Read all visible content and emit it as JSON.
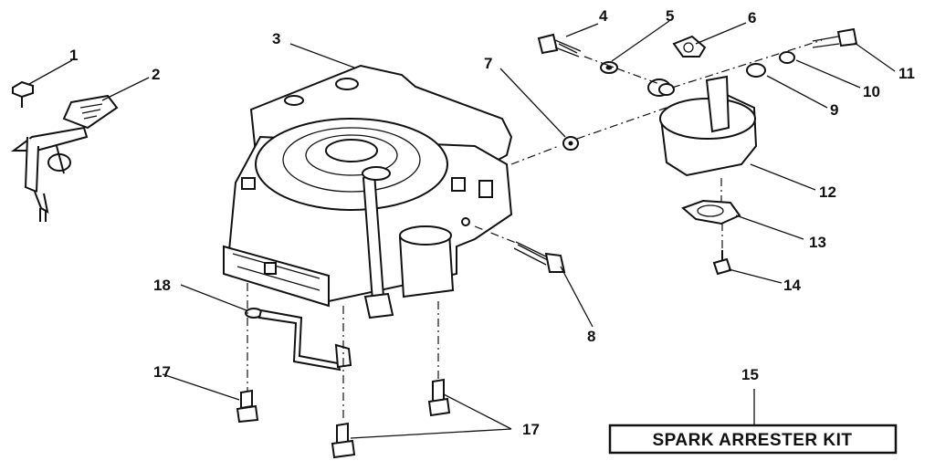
{
  "callouts": {
    "c1": "1",
    "c2": "2",
    "c3": "3",
    "c4": "4",
    "c5": "5",
    "c6": "6",
    "c7": "7",
    "c8": "8",
    "c9": "9",
    "c10": "10",
    "c11": "11",
    "c12": "12",
    "c13": "13",
    "c14": "14",
    "c15": "15",
    "c17a": "17",
    "c17b": "17",
    "c18": "18"
  },
  "kit_label": "SPARK ARRESTER KIT"
}
